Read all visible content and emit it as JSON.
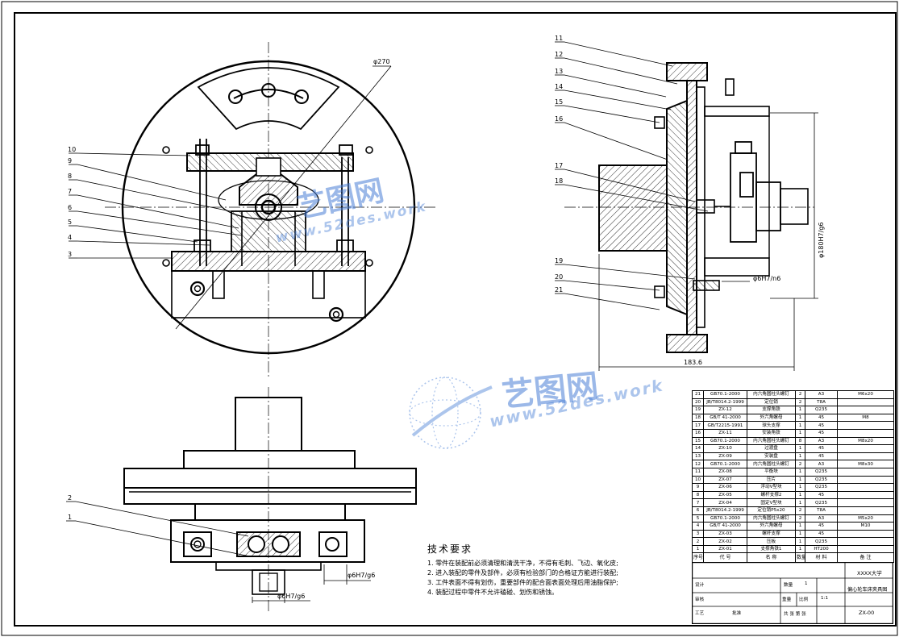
{
  "callouts": {
    "left": [
      "10",
      "9",
      "8",
      "7",
      "6",
      "5",
      "4",
      "3"
    ],
    "right": [
      "11",
      "12",
      "13",
      "14",
      "15",
      "16",
      "17",
      "18",
      "19",
      "20",
      "21"
    ],
    "bottom": [
      "2",
      "1"
    ]
  },
  "dimensions": {
    "dia270": "φ270",
    "fit_right_vertical": "φ180H7/g6",
    "fit_right_pin": "φ6H7/n6",
    "width_right": "183.6",
    "fit_bottom_right": "φ6H7/g6",
    "fit_bottom_below": "φ6H7/g6"
  },
  "watermarks": {
    "brand": "艺图网",
    "url": "www.52des.work"
  },
  "tech": {
    "title": "技术要求",
    "lines": [
      "1. 零件在装配前必须清理和清洗干净，不得有毛刺、飞边、氧化皮;",
      "2. 进入装配的零件及部件，必须有检验部门的合格证方能进行装配;",
      "3. 工件表面不得有划伤，重要部件的配合面表面处理后用油脂保护;",
      "4. 装配过程中零件不允许磕碰、划伤和锈蚀。"
    ]
  },
  "bom": {
    "rows": [
      [
        "21",
        "GB70.1-2000",
        "内六角圆柱头螺钉",
        "2",
        "A3",
        "M6x20"
      ],
      [
        "20",
        "JB/T8014.2-1999",
        "定位销",
        "2",
        "T8A",
        ""
      ],
      [
        "19",
        "ZX-12",
        "支撑角铁",
        "1",
        "Q235",
        ""
      ],
      [
        "18",
        "GB/T 41-2000",
        "外六角螺母",
        "1",
        "45",
        "M8"
      ],
      [
        "17",
        "GB/T2215-1991",
        "球头支撑",
        "1",
        "45",
        ""
      ],
      [
        "16",
        "ZX-11",
        "安装角铁",
        "1",
        "45",
        ""
      ],
      [
        "15",
        "GB70.1-2000",
        "内六角圆柱头螺钉",
        "8",
        "A3",
        "M8x20"
      ],
      [
        "14",
        "ZX-10",
        "过渡盘",
        "1",
        "45",
        ""
      ],
      [
        "13",
        "ZX-09",
        "安装盘",
        "1",
        "45",
        ""
      ],
      [
        "12",
        "GB70.1-2000",
        "内六角圆柱头螺钉",
        "2",
        "A3",
        "M8x30"
      ],
      [
        "11",
        "ZX-08",
        "平衡块",
        "1",
        "Q235",
        ""
      ],
      [
        "10",
        "ZX-07",
        "压片",
        "1",
        "Q235",
        ""
      ],
      [
        "9",
        "ZX-06",
        "浮动V型块",
        "1",
        "Q235",
        ""
      ],
      [
        "8",
        "ZX-05",
        "螺杆支撑2",
        "1",
        "45",
        ""
      ],
      [
        "7",
        "ZX-04",
        "固定V型块",
        "1",
        "Q235",
        ""
      ],
      [
        "6",
        "JB/T8014.2-1999",
        "定位销P5x20",
        "2",
        "T8A",
        ""
      ],
      [
        "5",
        "GB70.1-2000",
        "内六角圆柱头螺钉",
        "2",
        "A3",
        "M5x20"
      ],
      [
        "4",
        "GB/T 41-2000",
        "外六角螺母",
        "1",
        "45",
        "M10"
      ],
      [
        "3",
        "ZX-03",
        "螺杆支撑",
        "1",
        "45",
        ""
      ],
      [
        "2",
        "ZX-02",
        "压板",
        "1",
        "Q235",
        ""
      ],
      [
        "1",
        "ZX-01",
        "支撑角铁1",
        "1",
        "HT200",
        ""
      ]
    ],
    "header": [
      "序号",
      "代 号",
      "名 称",
      "数量",
      "材 料",
      "备 注"
    ]
  },
  "title_block": {
    "school": "XXXX大学",
    "drawing_name": "偏心轮车床夹具图",
    "drawing_no": "ZX-00",
    "qty_label": "数量",
    "qty": "1",
    "scale_label": "比例",
    "scale": "1:1",
    "weight_label": "重量",
    "designer_label": "设计",
    "checker_label": "审核",
    "craft_label": "工艺",
    "approve_label": "批准",
    "sheet_label": "共 张 第 张"
  }
}
